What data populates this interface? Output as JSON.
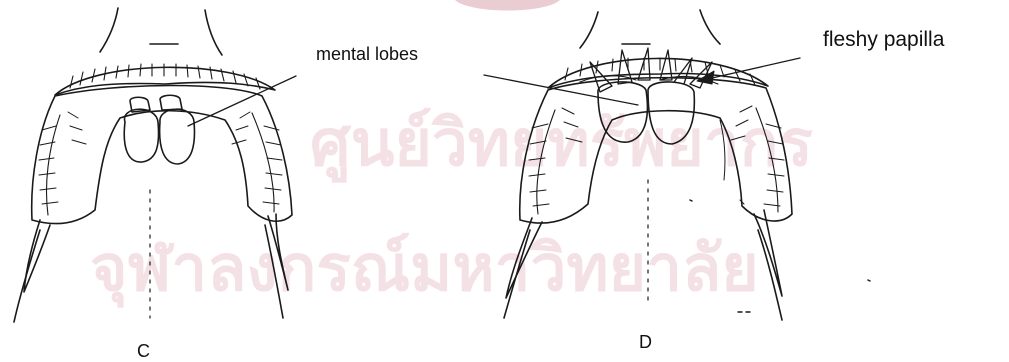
{
  "watermark": {
    "line1": "ศูนย์วิทยทรัพยากร",
    "line2": "จุฬาลงกรณ์มหาวิทยาลัย",
    "color": "#e4bcc6"
  },
  "labels": {
    "mental_lobes": "mental lobes",
    "fleshy_papilla": "fleshy papilla",
    "panel_c": "C",
    "panel_d": "D"
  },
  "colors": {
    "ink": "#1a1a1a",
    "background": "#ffffff"
  }
}
